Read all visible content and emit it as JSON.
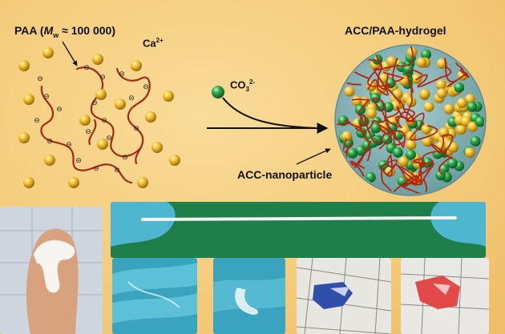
{
  "labels": {
    "paa_prefix": "PAA (",
    "paa_m": "M",
    "paa_w": "w",
    "paa_suffix": " ≈ 100 000)",
    "ca": "Ca",
    "ca_charge": "2+",
    "co3": "CO",
    "co3_sub": "3",
    "co3_charge": "2-",
    "hydrogel": "ACC/PAA-hydrogel",
    "nanoparticle": "ACC-nanoparticle",
    "minus_glyph": "⊖"
  },
  "colors": {
    "background": "#f4c977",
    "calcium_ion": "#e0a81c",
    "carbonate_ion": "#1f8f3a",
    "polymer_chain": "#a32a14",
    "gel_sphere": "#8fb7b9",
    "glove": "#4fb6cf",
    "green_board": "#1f7f4a"
  },
  "photos": [
    {
      "name": "bent-gel-on-finger"
    },
    {
      "name": "stretched-gel-strip"
    },
    {
      "name": "gel-on-gloved-fingers"
    },
    {
      "name": "transparent-gel-piece"
    },
    {
      "name": "blue-dyed-gel"
    },
    {
      "name": "red-dyed-gel"
    }
  ]
}
